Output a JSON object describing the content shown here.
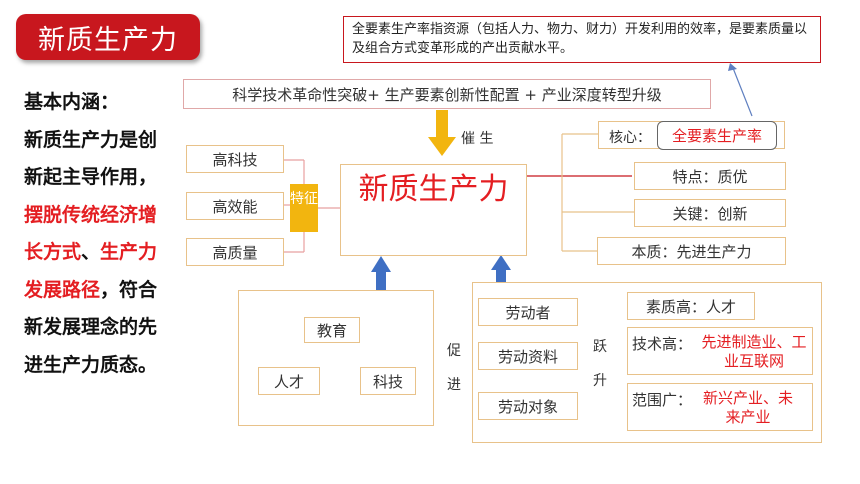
{
  "title": "新质生产力",
  "left": {
    "label": "基本内涵：",
    "t1": "新质生产力是创新起主导作用，",
    "t2": "摆脱传统经济增长方式",
    "t3": "、",
    "t4": "生产力发展路径",
    "t5": "，符合新发展理念的先进生产力质态。"
  },
  "note": "全要素生产率指资源（包括人力、物力、财力）开发利用的效率，是要素质量以及组合方式变革形成的产出贡献水平。",
  "formula": "科学技术革命性突破+ 生产要素创新性配置 + 产业深度转型升级",
  "cuisheng": "催 生",
  "features": [
    "高科技",
    "高效能",
    "高质量"
  ],
  "tezheng": "特征",
  "center": "新质生产力",
  "right": {
    "core_label": "核心：",
    "core_value": "全要素生产率",
    "trait": "特点：质优",
    "key": "关键：创新",
    "essence": "本质：先进生产力"
  },
  "triangle": {
    "edu": "教育",
    "talent": "人才",
    "tech": "科技"
  },
  "cujin": "促进",
  "labor": [
    "劳动者",
    "劳动资料",
    "劳动对象"
  ],
  "yuesheng": "跃升",
  "outcomes": {
    "o1": "素质高：人才",
    "o2_label": "技术高：",
    "o2_value": "先进制造业、工业互联网",
    "o3_label": "范围广：",
    "o3_value": "新兴产业、未来产业"
  },
  "colors": {
    "accent_red": "#c8171e",
    "gold": "#f2b50f",
    "arrow_blue": "#3f6fc3",
    "text_red": "#e41e22"
  }
}
